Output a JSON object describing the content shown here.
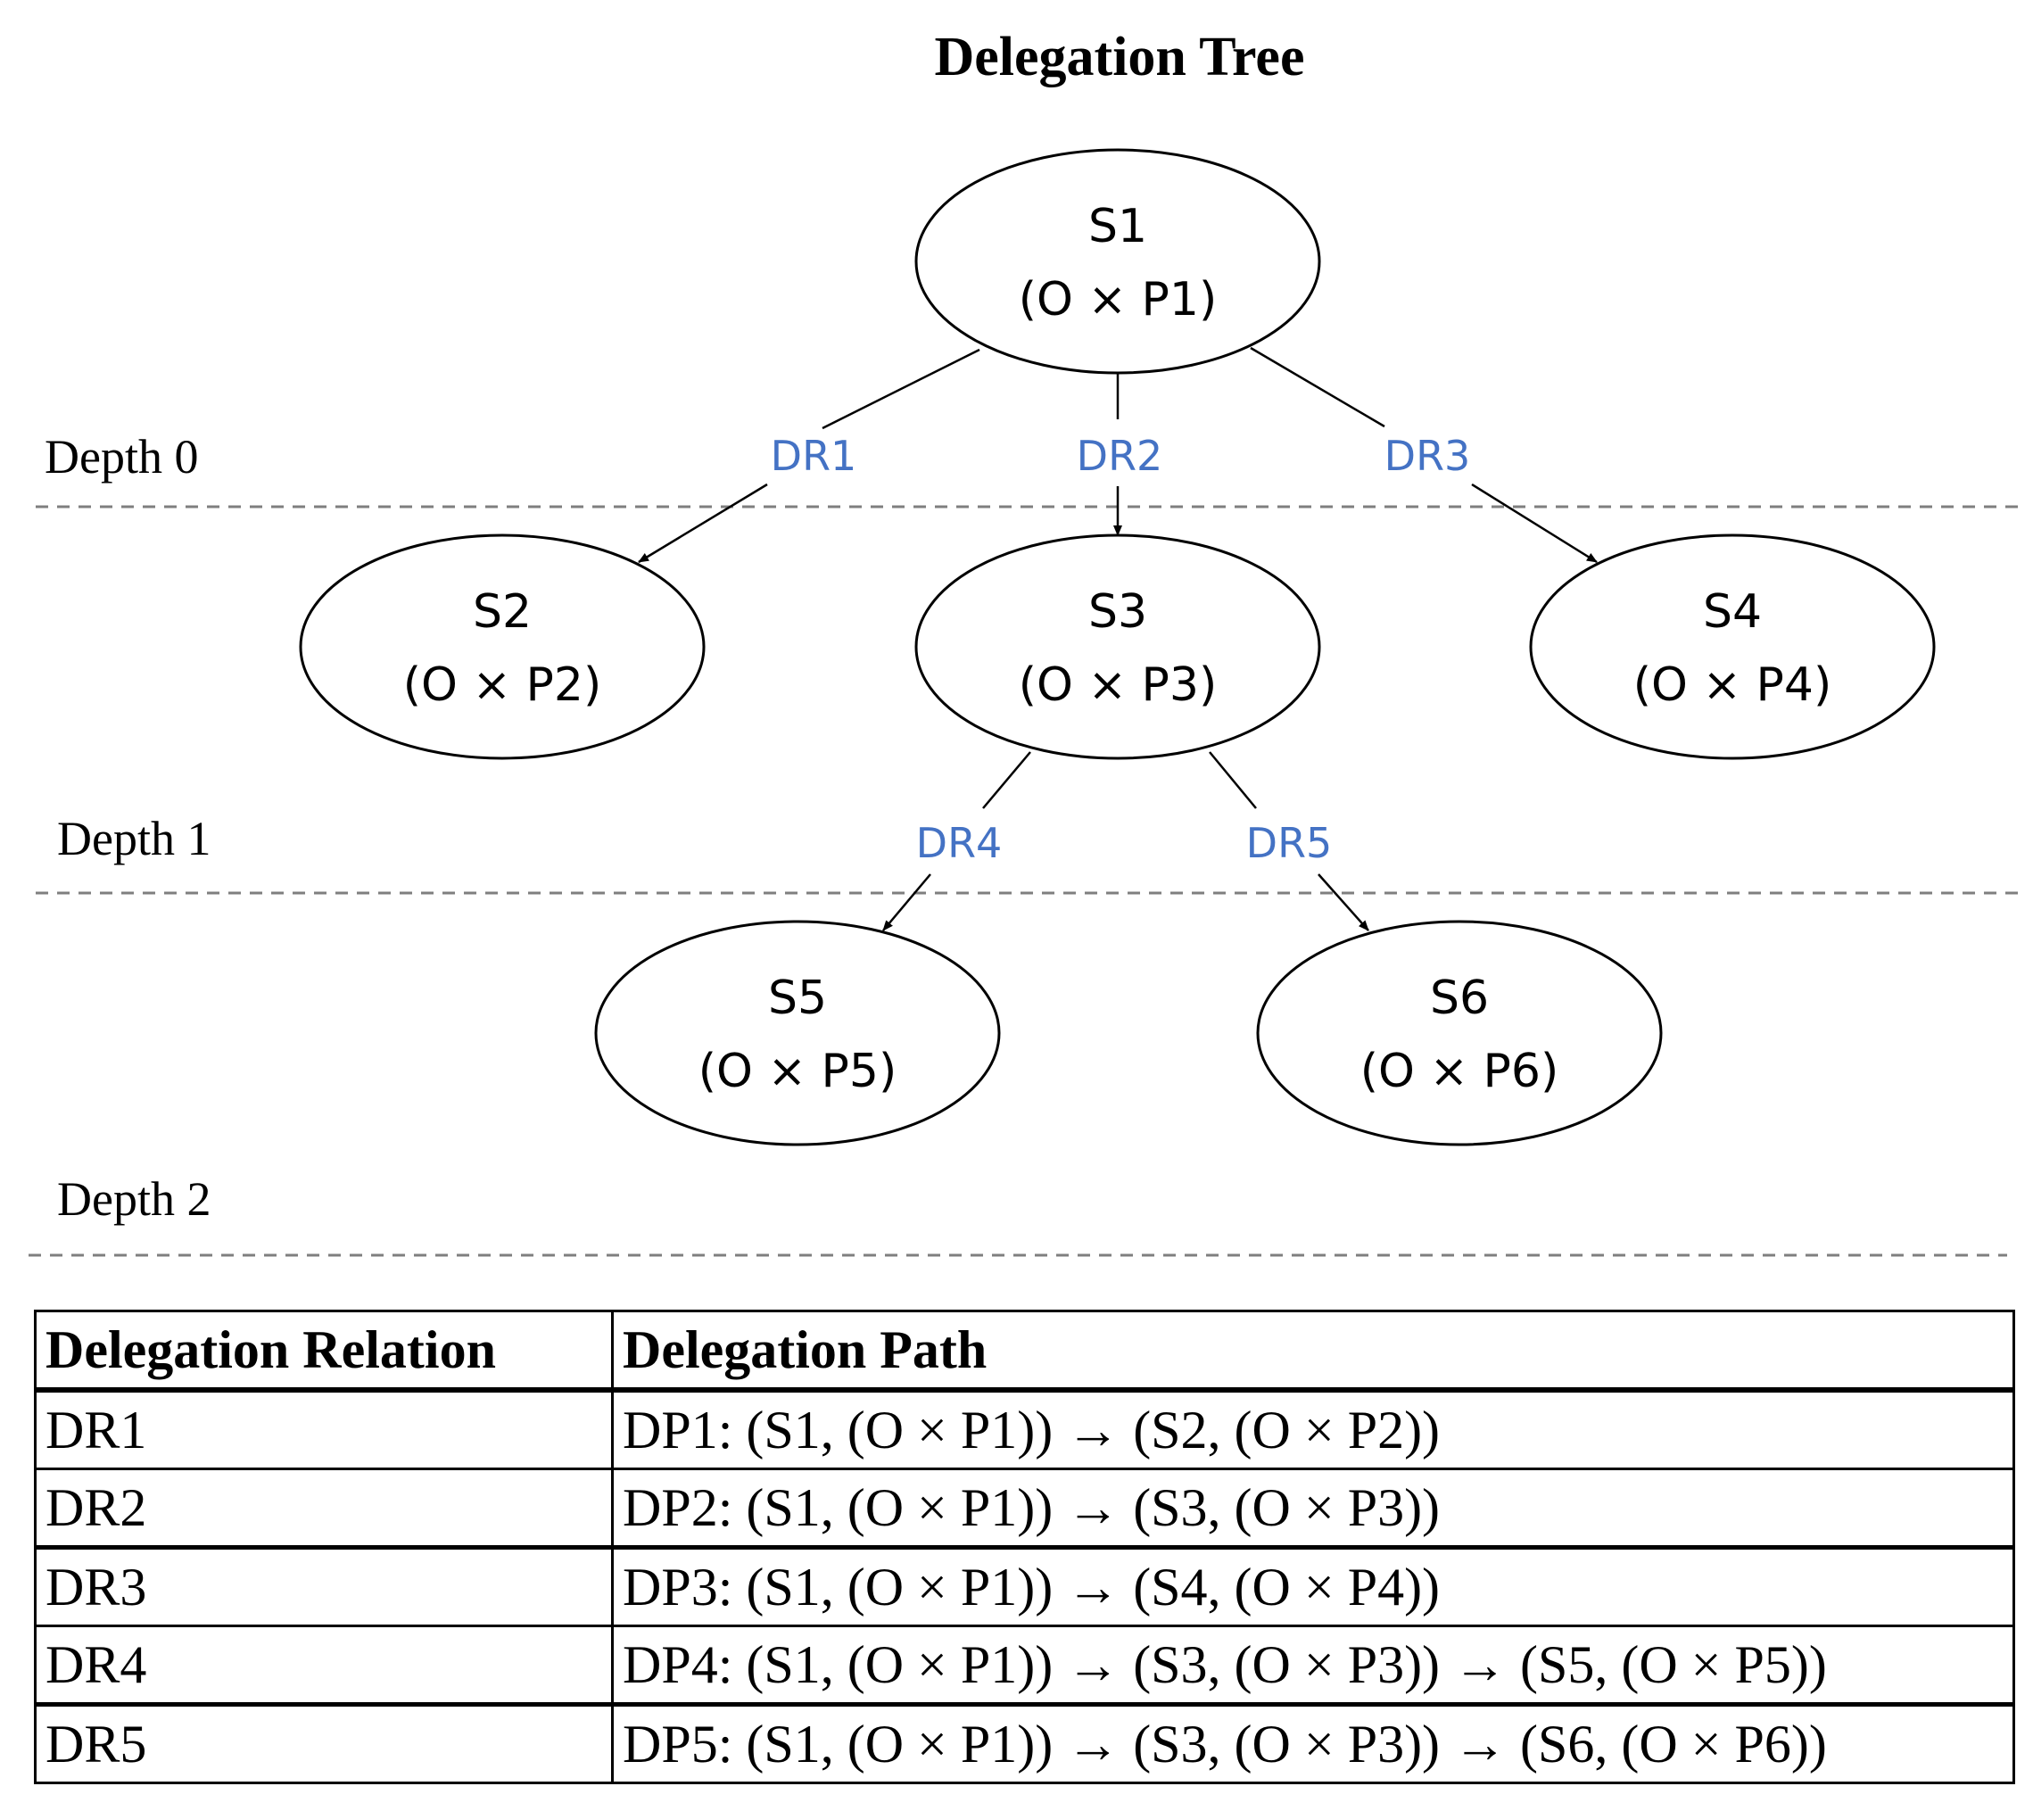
{
  "title": "Delegation Tree",
  "colors": {
    "edge_label": "#4472C4",
    "depth_line": "#7f7f7f",
    "node_stroke": "#000000"
  },
  "depths": [
    {
      "label": "Depth 0"
    },
    {
      "label": "Depth 1"
    },
    {
      "label": "Depth 2"
    }
  ],
  "nodes": [
    {
      "id": "S1",
      "name": "S1",
      "perm": "(O × P1)"
    },
    {
      "id": "S2",
      "name": "S2",
      "perm": "(O × P2)"
    },
    {
      "id": "S3",
      "name": "S3",
      "perm": "(O × P3)"
    },
    {
      "id": "S4",
      "name": "S4",
      "perm": "(O × P4)"
    },
    {
      "id": "S5",
      "name": "S5",
      "perm": "(O × P5)"
    },
    {
      "id": "S6",
      "name": "S6",
      "perm": "(O × P6)"
    }
  ],
  "edges": [
    {
      "label": "DR1",
      "from": "S1",
      "to": "S2"
    },
    {
      "label": "DR2",
      "from": "S1",
      "to": "S3"
    },
    {
      "label": "DR3",
      "from": "S1",
      "to": "S4"
    },
    {
      "label": "DR4",
      "from": "S3",
      "to": "S5"
    },
    {
      "label": "DR5",
      "from": "S3",
      "to": "S6"
    }
  ],
  "table": {
    "headers": [
      "Delegation Relation",
      "Delegation Path"
    ],
    "rows": [
      {
        "relation": "DR1",
        "path": "DP1: (S1, (O × P1)) → (S2, (O × P2))"
      },
      {
        "relation": "DR2",
        "path": "DP2: (S1, (O × P1)) → (S3, (O × P3))"
      },
      {
        "relation": "DR3",
        "path": "DP3: (S1, (O × P1)) → (S4, (O × P4))"
      },
      {
        "relation": "DR4",
        "path": "DP4: (S1, (O × P1)) → (S3, (O × P3)) → (S5, (O × P5))"
      },
      {
        "relation": "DR5",
        "path": "DP5: (S1, (O × P1)) → (S3, (O × P3)) → (S6, (O × P6))"
      }
    ]
  }
}
